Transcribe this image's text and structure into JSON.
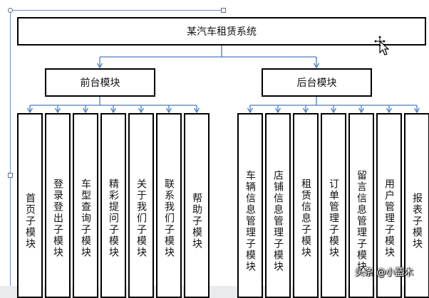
{
  "diagram": {
    "root": {
      "label": "某汽车租赁系统"
    },
    "branches": [
      {
        "label": "前台模块",
        "children": [
          "首页子模块",
          "登录登出子模块",
          "车型查询子模块",
          "精彩提问子模块",
          "关于我们子模块",
          "联系我们子模块",
          "帮助子模块"
        ]
      },
      {
        "label": "后台模块",
        "children": [
          "车辆信息管理子模块",
          "店铺信息管理子模块",
          "租赁信息子模块",
          "订单管理子模块",
          "留言信息管理子模块",
          "用户管理子模块",
          "报表子模块"
        ]
      }
    ],
    "line_color": "#4a7cc0"
  },
  "watermark": {
    "text": "头条 @小蓝木"
  }
}
